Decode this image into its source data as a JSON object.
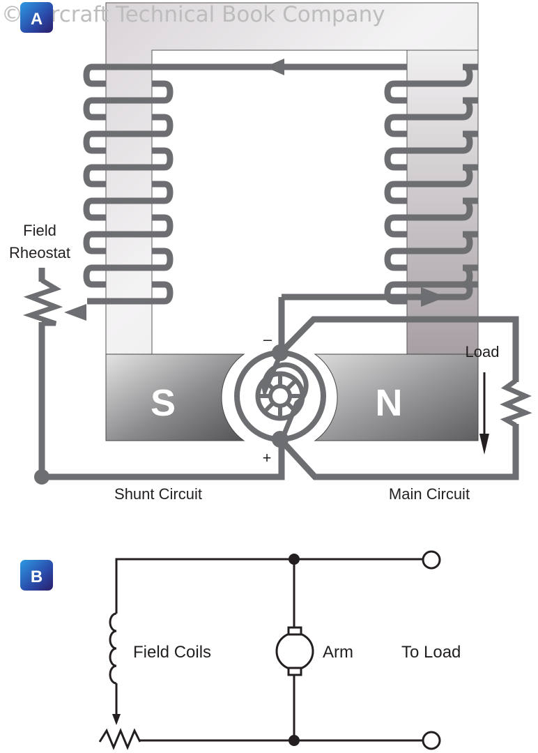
{
  "watermark": "© Aircraft Technical Book Company",
  "colors": {
    "wire": "#6d6e71",
    "schematic": "#231f20",
    "badge_light": "#1e88d8",
    "badge_dark": "#2b1f6e",
    "core_light": "#f2f1f2",
    "core_dark": "#a9a2a6",
    "pole_light": "#e6e6e7",
    "pole_dark": "#58585a"
  },
  "panel_a": {
    "badge": "A",
    "labels": {
      "field_rheostat_line1": "Field",
      "field_rheostat_line2": "Rheostat",
      "load": "Load",
      "shunt_circuit": "Shunt Circuit",
      "main_circuit": "Main Circuit",
      "minus": "–",
      "plus": "+"
    },
    "poles": {
      "south": "S",
      "north": "N"
    }
  },
  "panel_b": {
    "badge": "B",
    "labels": {
      "field_coils": "Field Coils",
      "arm": "Arm",
      "to_load": "To Load"
    }
  }
}
